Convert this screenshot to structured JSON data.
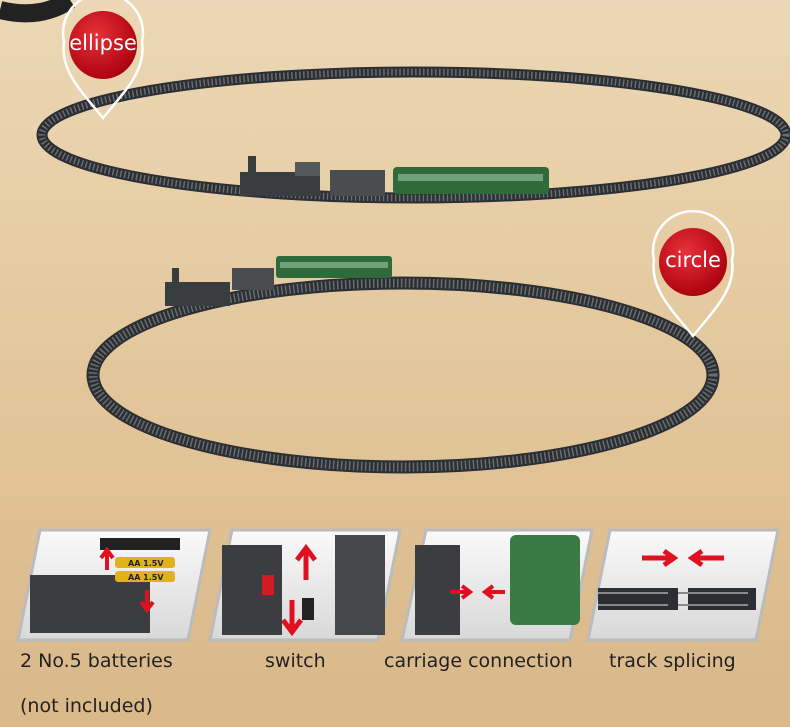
{
  "pins": {
    "ellipse": "ellipse",
    "circle": "circle"
  },
  "colors": {
    "pin_red": "#c8101c",
    "track": "#2b2f33",
    "carriage_green": "#2f6b3a"
  },
  "features": [
    {
      "label": "2 No.5 batteries",
      "icon": "battery-compartment"
    },
    {
      "label": "switch",
      "icon": "power-switch"
    },
    {
      "label": "carriage connection",
      "icon": "carriage-coupler"
    },
    {
      "label": "track splicing",
      "icon": "track-joint"
    }
  ],
  "note": "(not included)",
  "battery_text": "AA 1.5V"
}
